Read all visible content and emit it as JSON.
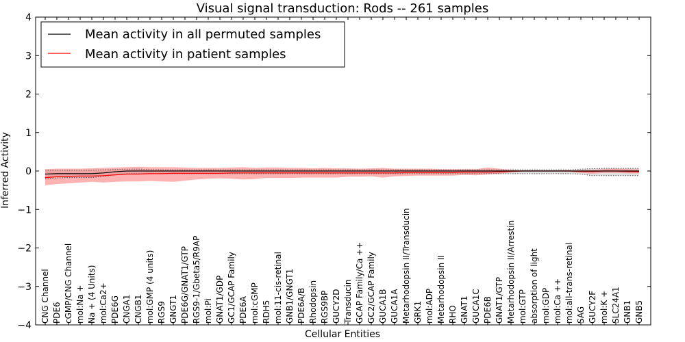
{
  "chart_data": {
    "type": "line",
    "title": "Visual signal transduction: Rods -- 261 samples",
    "xlabel": "Cellular Entities",
    "ylabel": "Inferred Activity",
    "ylim": [
      -4,
      4
    ],
    "yticks": [
      "4",
      "3",
      "2",
      "1",
      "0",
      "−1",
      "−2",
      "−3",
      "−4"
    ],
    "ytick_values": [
      4,
      3,
      2,
      1,
      0,
      -1,
      -2,
      -3,
      -4
    ],
    "grid": false,
    "legend_position": "top-left",
    "categories": [
      "CNG Channel",
      "PDE6",
      "cGMP/CNG Channel",
      "mol:Na +",
      "Na + (4 Units)",
      "mol:Ca2+",
      "PDE6G",
      "CNGA1",
      "CNGB1",
      "mol:GMP (4 units)",
      "RGS9",
      "GNGT1",
      "PDE6G/GNAT1/GTP",
      "RGS9-1/Gbeta5/R9AP",
      "mol:Pi",
      "GNAT1/GDP",
      "GC1/GCAP Family",
      "PDE6A",
      "mol:cGMP",
      "RDH5",
      "mol:11-cis-retinal",
      "GNB1/GNGT1",
      "PDE6A/B",
      "Rhodopsin",
      "RGS9BP",
      "GUCY2D",
      "Transducin",
      "GCAP Family/Ca ++",
      "GC2/GCAP Family",
      "GUCA1B",
      "GUCA1A",
      "Metarhodopsin II/Transducin",
      "GRK1",
      "mol:ADP",
      "Metarhodopsin II",
      "RHO",
      "GNAT1",
      "GUCA1C",
      "PDE6B",
      "GNAT1/GTP",
      "Metarhodopsin II/Arrestin",
      "mol:GTP",
      "absorption of light",
      "mol:GDP",
      "mol:Ca ++",
      "mol:all-trans-retinal",
      "SAG",
      "GUCY2F",
      "mol:K +",
      "SLC24A1",
      "GNB1",
      "GNB5"
    ],
    "series": [
      {
        "name": "Mean activity in all permuted samples",
        "color": "#000000",
        "values": [
          -0.08,
          -0.07,
          -0.07,
          -0.07,
          -0.07,
          -0.05,
          -0.02,
          0,
          0,
          0,
          0,
          0,
          0,
          0,
          0,
          0,
          0,
          0,
          0,
          0,
          0,
          0,
          0,
          0,
          0,
          0,
          0,
          0,
          0,
          0,
          0,
          0,
          0,
          0,
          0,
          0,
          0,
          0,
          0,
          0,
          0,
          0,
          0,
          0,
          0,
          0,
          0,
          0,
          0,
          0,
          0,
          0
        ],
        "band_upper": [
          0.02,
          0.02,
          0.02,
          0.02,
          0.02,
          0.03,
          0.04,
          0.05,
          0.05,
          0.04,
          0.03,
          0.03,
          0.03,
          0.03,
          0.03,
          0.03,
          0.03,
          0.03,
          0.03,
          0.03,
          0.03,
          0.03,
          0.03,
          0.03,
          0.03,
          0.03,
          0.03,
          0.03,
          0.03,
          0.03,
          0.03,
          0.03,
          0.03,
          0.03,
          0.03,
          0.03,
          0.03,
          0.03,
          0.03,
          0.03,
          0.03,
          0.03,
          0.03,
          0.03,
          0.03,
          0.03,
          0.05,
          0.06,
          0.07,
          0.07,
          0.07,
          0.07
        ],
        "band_lower": [
          -0.2,
          -0.18,
          -0.17,
          -0.17,
          -0.17,
          -0.14,
          -0.1,
          -0.07,
          -0.07,
          -0.07,
          -0.07,
          -0.07,
          -0.07,
          -0.07,
          -0.07,
          -0.07,
          -0.07,
          -0.07,
          -0.07,
          -0.07,
          -0.07,
          -0.07,
          -0.07,
          -0.07,
          -0.07,
          -0.07,
          -0.07,
          -0.07,
          -0.07,
          -0.07,
          -0.07,
          -0.07,
          -0.07,
          -0.07,
          -0.07,
          -0.07,
          -0.07,
          -0.07,
          -0.07,
          -0.07,
          -0.07,
          -0.07,
          -0.07,
          -0.07,
          -0.07,
          -0.07,
          -0.08,
          -0.12,
          -0.12,
          -0.12,
          -0.12,
          -0.12
        ]
      },
      {
        "name": "Mean activity in patient samples",
        "color": "#ff0000",
        "band_color": "#ff6666",
        "values": [
          -0.17,
          -0.15,
          -0.14,
          -0.13,
          -0.13,
          -0.12,
          -0.1,
          -0.08,
          -0.08,
          -0.07,
          -0.07,
          -0.06,
          -0.06,
          -0.06,
          -0.06,
          -0.06,
          -0.05,
          -0.05,
          -0.05,
          -0.05,
          -0.05,
          -0.05,
          -0.05,
          -0.05,
          -0.05,
          -0.05,
          -0.05,
          -0.05,
          -0.05,
          -0.05,
          -0.05,
          -0.04,
          -0.04,
          -0.04,
          -0.04,
          -0.04,
          -0.03,
          -0.03,
          -0.03,
          -0.02,
          -0.01,
          0,
          0,
          0,
          0,
          0,
          -0.01,
          -0.01,
          0,
          0,
          -0.01,
          -0.02
        ],
        "band_upper": [
          0.05,
          0.06,
          0.06,
          0.06,
          0.07,
          0.08,
          0.09,
          0.1,
          0.11,
          0.1,
          0.1,
          0.1,
          0.09,
          0.08,
          0.08,
          0.08,
          0.09,
          0.1,
          0.08,
          0.09,
          0.09,
          0.08,
          0.08,
          0.07,
          0.08,
          0.07,
          0.07,
          0.06,
          0.07,
          0.08,
          0.06,
          0.06,
          0.06,
          0.06,
          0.05,
          0.05,
          0.05,
          0.05,
          0.09,
          0.06,
          0.03,
          0.01,
          0.01,
          0.01,
          0.01,
          0.02,
          0.02,
          0.03,
          0.05,
          0.06,
          0.05,
          0.04
        ],
        "band_lower": [
          -0.37,
          -0.34,
          -0.32,
          -0.3,
          -0.28,
          -0.3,
          -0.28,
          -0.27,
          -0.27,
          -0.26,
          -0.27,
          -0.28,
          -0.25,
          -0.22,
          -0.2,
          -0.19,
          -0.2,
          -0.22,
          -0.21,
          -0.18,
          -0.18,
          -0.18,
          -0.17,
          -0.17,
          -0.17,
          -0.17,
          -0.15,
          -0.15,
          -0.14,
          -0.17,
          -0.14,
          -0.13,
          -0.12,
          -0.12,
          -0.12,
          -0.12,
          -0.1,
          -0.11,
          -0.09,
          -0.07,
          -0.03,
          -0.01,
          -0.01,
          -0.01,
          -0.01,
          -0.02,
          -0.05,
          -0.07,
          -0.05,
          -0.05,
          -0.06,
          -0.06
        ]
      }
    ]
  }
}
